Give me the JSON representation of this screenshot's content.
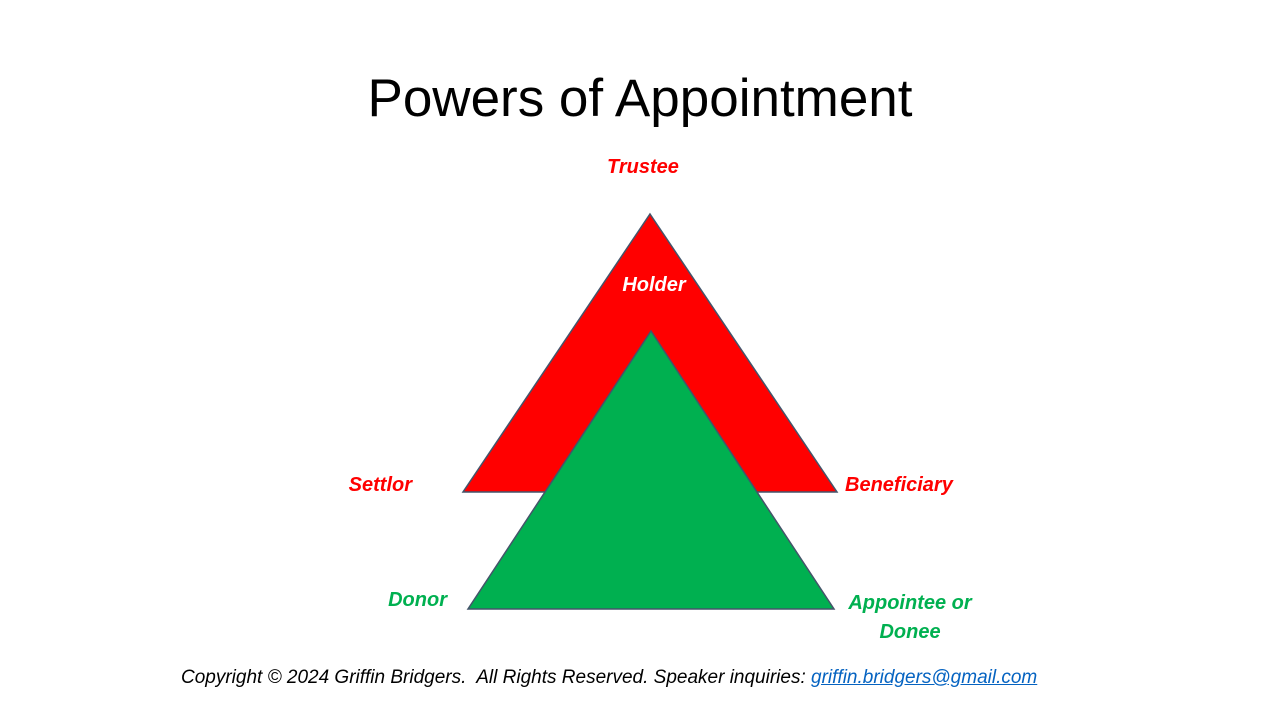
{
  "slide": {
    "title": "Powers of Appointment",
    "background": "#FFFFFF"
  },
  "diagram": {
    "trust_triangle": {
      "fill": "#FF0000",
      "stroke": "#44546A",
      "label_color": "#FF0000",
      "inside_label_color": "#FFFFFF",
      "labels": {
        "top": "Trustee",
        "inside": "Holder",
        "left": "Settlor",
        "right": "Beneficiary"
      }
    },
    "power_triangle": {
      "fill": "#00B050",
      "stroke": "#44546A",
      "label_color": "#00B050",
      "labels": {
        "left": "Donor",
        "right_line1": "Appointee or",
        "right_line2": "Donee"
      }
    }
  },
  "footer": {
    "copyright_prefix": "Copyright © 2024 Griffin Bridgers.  All Rights Reserved. Speaker inquiries: ",
    "email_link": "griffin.bridgers@gmail.com",
    "link_color": "#0563C1"
  }
}
